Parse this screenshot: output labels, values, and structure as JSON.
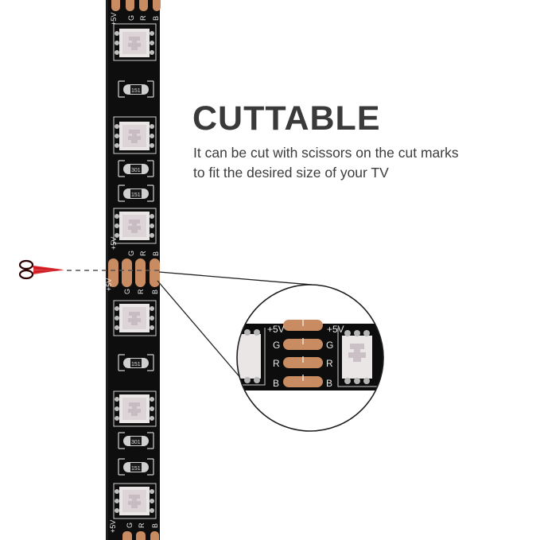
{
  "heading": {
    "title": "CUTTABLE",
    "description_line1": "It can be cut with scissors on the cut marks",
    "description_line2": "to fit the desired size of your TV"
  },
  "strip": {
    "pad_labels": [
      "+5V",
      "G",
      "R",
      "B"
    ],
    "resistor_labels": [
      "151",
      "301",
      "151",
      "151",
      "301",
      "151"
    ],
    "colors": {
      "pcb": "#0e0e0e",
      "copper": "#c98c62",
      "silkscreen": "#e6e6e6",
      "led": "#e9e4e4"
    }
  },
  "magnifier": {
    "left_label": "+5V",
    "right_label": "+5V",
    "rows": [
      "G",
      "R",
      "B"
    ]
  },
  "icons": {
    "scissors": "scissors-icon",
    "cut_line": "dashed-cut-line",
    "scissors_color": "#d0141a"
  }
}
